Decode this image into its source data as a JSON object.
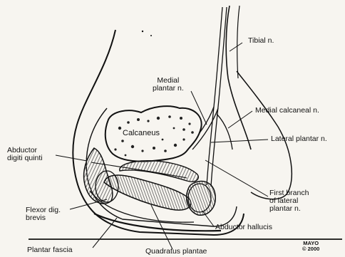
{
  "labels": {
    "tibial_n": "Tibial n.",
    "medial_plantar_n": [
      "Medial",
      "plantar n."
    ],
    "medial_calcaneal_n": "Medial calcaneal n.",
    "lateral_plantar_n": "Lateral plantar n.",
    "calcaneus": "Calcaneus",
    "abductor_digiti_quinti": [
      "Abductor",
      "digiti quinti"
    ],
    "first_branch_lateral_plantar_n": [
      "First branch",
      "of lateral",
      "plantar n."
    ],
    "flexor_dig_brevis": [
      "Flexor dig.",
      "brevis"
    ],
    "abductor_hallucis": "Abductor hallucis",
    "plantar_fascia": "Plantar fascia",
    "quadratus_plantae": "Quadratus plantae"
  },
  "credit": [
    "MAYO",
    "© 2000"
  ],
  "colors": {
    "ink": "#111111",
    "paper": "#f7f5f0",
    "hatch": "#555555"
  }
}
